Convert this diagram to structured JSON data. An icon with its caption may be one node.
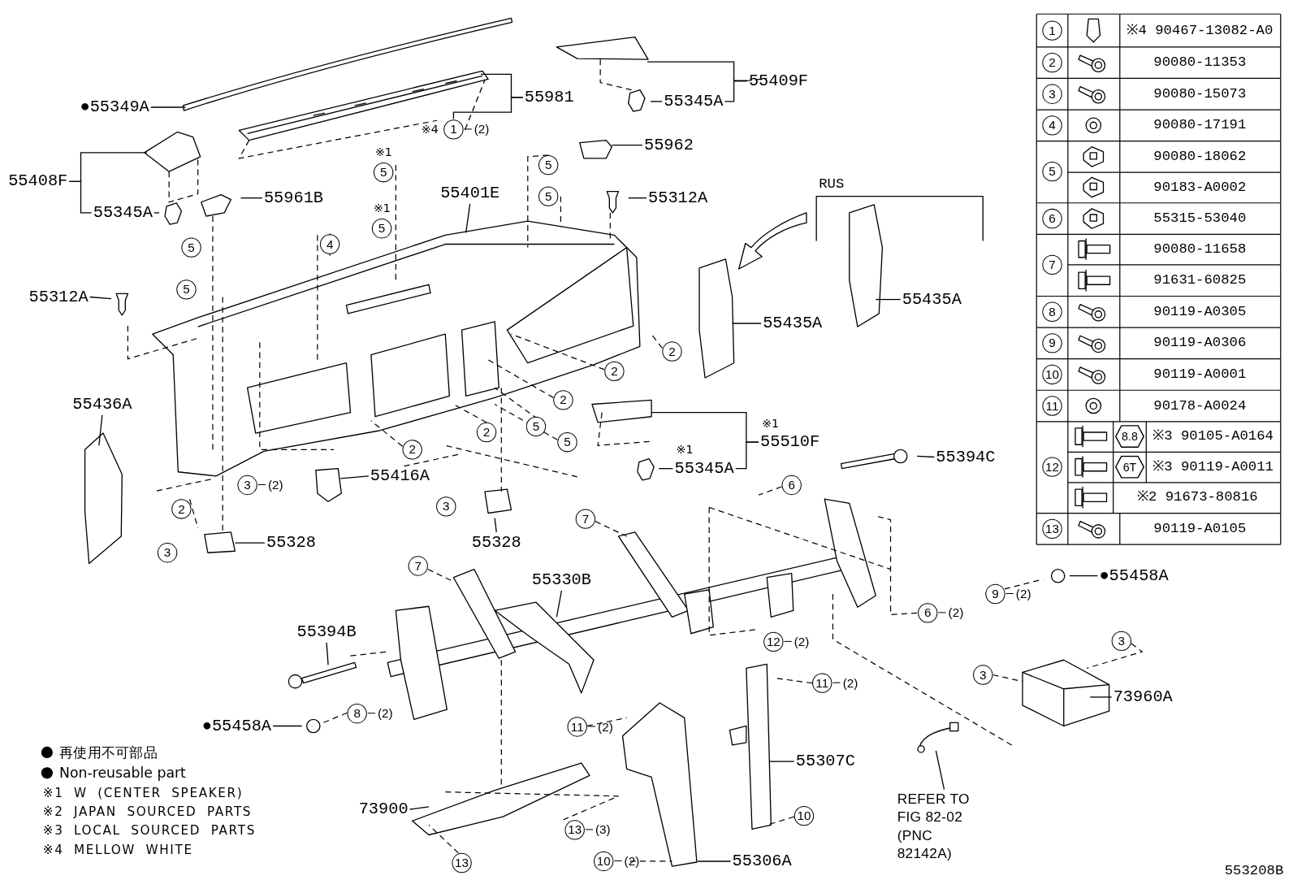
{
  "diagram": {
    "nodes": [
      {
        "text": [
          "●55349A"
        ]
      },
      {
        "text": [
          "55981"
        ]
      },
      {
        "text": [
          "55409F"
        ]
      },
      {
        "text": [
          "55345A"
        ]
      },
      {
        "text": [
          "55962"
        ]
      },
      {
        "text": [
          "55408F"
        ]
      },
      {
        "text": [
          "55345A"
        ]
      },
      {
        "text": [
          "55961B"
        ]
      },
      {
        "text": [
          "55401E"
        ]
      },
      {
        "text": [
          "55312A"
        ]
      },
      {
        "text": [
          "55312A"
        ]
      },
      {
        "text": [
          "55435A"
        ]
      },
      {
        "text": [
          "55435A"
        ]
      },
      {
        "text": [
          "55436A"
        ]
      },
      {
        "text": [
          "55510F"
        ],
        "beside": [
          "※1"
        ]
      },
      {
        "text": [
          "55345A"
        ],
        "beside": [
          "※1"
        ]
      },
      {
        "text": [
          "55416A"
        ]
      },
      {
        "text": [
          "55394C"
        ]
      },
      {
        "text": [
          "55328"
        ]
      },
      {
        "text": [
          "55328"
        ]
      },
      {
        "text": [
          "55330B"
        ]
      },
      {
        "text": [
          "●55458A"
        ]
      },
      {
        "text": [
          "55394B"
        ]
      },
      {
        "text": [
          "73960A"
        ]
      },
      {
        "text": [
          "●55458A"
        ]
      },
      {
        "text": [
          "55307C"
        ]
      },
      {
        "text": [
          "73900"
        ]
      },
      {
        "text": [
          "REFER TO FIG 82-02 (PNC 82142A)"
        ]
      },
      {
        "text": [
          "55306A"
        ]
      },
      {
        "text": [
          "1"
        ],
        "beside": [
          "※4",
          "(2)"
        ]
      },
      {
        "text": [
          "5"
        ],
        "beside": [
          "※1"
        ]
      },
      {
        "text": [
          "5"
        ],
        "beside": [
          "※1"
        ]
      },
      {
        "text": [
          "5"
        ]
      },
      {
        "text": [
          "5"
        ]
      },
      {
        "text": [
          "5"
        ]
      },
      {
        "text": [
          "4"
        ]
      },
      {
        "text": [
          "5"
        ]
      },
      {
        "text": [
          "2"
        ]
      },
      {
        "text": [
          "2"
        ]
      },
      {
        "text": [
          "2"
        ]
      },
      {
        "text": [
          "5"
        ]
      },
      {
        "text": [
          "2"
        ]
      },
      {
        "text": [
          "5"
        ]
      },
      {
        "text": [
          "2"
        ]
      },
      {
        "text": [
          "3"
        ],
        "beside": [
          "(2)"
        ]
      },
      {
        "text": [
          "2"
        ]
      },
      {
        "text": [
          "3"
        ]
      },
      {
        "text": [
          "6"
        ]
      },
      {
        "text": [
          "7"
        ]
      },
      {
        "text": [
          "3"
        ]
      },
      {
        "text": [
          "7"
        ]
      },
      {
        "text": [
          "9"
        ],
        "beside": [
          "(2)"
        ]
      },
      {
        "text": [
          "6"
        ],
        "beside": [
          "(2)"
        ]
      },
      {
        "text": [
          "12"
        ],
        "beside": [
          "(2)"
        ]
      },
      {
        "text": [
          "3"
        ]
      },
      {
        "text": [
          "3"
        ]
      },
      {
        "text": [
          "11"
        ],
        "beside": [
          "(2)"
        ]
      },
      {
        "text": [
          "8"
        ],
        "beside": [
          "(2)"
        ]
      },
      {
        "text": [
          "11"
        ],
        "beside": [
          "(2)"
        ]
      },
      {
        "text": [
          "10"
        ]
      },
      {
        "text": [
          "13"
        ],
        "beside": [
          "(3)"
        ]
      },
      {
        "text": [
          "10"
        ],
        "beside": [
          "(2)"
        ]
      },
      {
        "text": [
          "13"
        ]
      },
      {
        "text": [
          "1"
        ]
      },
      {
        "text": [
          "2"
        ]
      },
      {
        "text": [
          "3"
        ]
      },
      {
        "text": [
          "4"
        ]
      },
      {
        "text": [
          "5"
        ]
      },
      {
        "text": [
          "6"
        ]
      },
      {
        "text": [
          "7"
        ]
      },
      {
        "text": [
          "8"
        ]
      },
      {
        "text": [
          "9"
        ]
      },
      {
        "text": [
          "10"
        ]
      },
      {
        "text": [
          "11"
        ]
      },
      {
        "text": [
          "12"
        ]
      },
      {
        "text": [
          "13"
        ]
      }
    ],
    "edges": [
      {
        "from": 0,
        "to": null,
        "arrow": "none"
      },
      {
        "from": 1,
        "to": null,
        "arrow": "none"
      },
      {
        "from": 1,
        "to": 29,
        "arrow": "none"
      },
      {
        "from": 2,
        "to": null,
        "arrow": "none"
      },
      {
        "from": 2,
        "to": 3,
        "arrow": "none"
      },
      {
        "from": 3,
        "to": null,
        "arrow": "none"
      },
      {
        "from": 4,
        "to": null,
        "arrow": "none"
      },
      {
        "from": 5,
        "to": null,
        "arrow": "none"
      },
      {
        "from": 5,
        "to": 6,
        "arrow": "none"
      },
      {
        "from": 6,
        "to": null,
        "arrow": "none"
      },
      {
        "from": 7,
        "to": null,
        "arrow": "none"
      },
      {
        "from": 8,
        "to": null,
        "arrow": "none"
      },
      {
        "from": 9,
        "to": null,
        "arrow": "none"
      },
      {
        "from": 10,
        "to": null,
        "arrow": "none"
      },
      {
        "from": 11,
        "to": null,
        "arrow": "none"
      },
      {
        "from": 12,
        "to": null,
        "arrow": "none"
      },
      {
        "from": 13,
        "to": null,
        "arrow": "none"
      },
      {
        "from": 14,
        "to": null,
        "arrow": "none"
      },
      {
        "from": 14,
        "to": 15,
        "arrow": "none"
      },
      {
        "from": 15,
        "to": null,
        "arrow": "none"
      },
      {
        "from": 16,
        "to": null,
        "arrow": "none"
      },
      {
        "from": 17,
        "to": null,
        "arrow": "none"
      },
      {
        "from": 18,
        "to": null,
        "arrow": "none"
      },
      {
        "from": 19,
        "to": null,
        "arrow": "none"
      },
      {
        "from": 20,
        "to": null,
        "arrow": "none"
      },
      {
        "from": 21,
        "to": null,
        "arrow": "none"
      },
      {
        "from": 22,
        "to": null,
        "arrow": "none"
      },
      {
        "from": 23,
        "to": null,
        "arrow": "none"
      },
      {
        "from": 24,
        "to": null,
        "arrow": "none"
      },
      {
        "from": 25,
        "to": null,
        "arrow": "none"
      },
      {
        "from": 26,
        "to": null,
        "arrow": "none"
      },
      {
        "from": 27,
        "to": null,
        "arrow": "none"
      },
      {
        "from": 28,
        "to": null,
        "arrow": "none"
      },
      {
        "from": 29,
        "to": null,
        "arrow": "none",
        "style": "dashed"
      }
    ],
    "labels": [
      "RUS",
      "※4 90467-13082-A0",
      "90080-11353",
      "90080-15073",
      "90080-17191",
      "90080-18062",
      "90183-A0002",
      "55315-53040",
      "90080-11658",
      "91631-60825",
      "90119-A0305",
      "90119-A0306",
      "90119-A0001",
      "90178-A0024",
      "8.8",
      "※3 90105-A0164",
      "6T",
      "※3 90119-A0011",
      "※2 91673-80816",
      "90119-A0105",
      "※1 W (CENTER SPEAKER)",
      "※2 JAPAN SOURCED PARTS",
      "※3 LOCAL SOURCED PARTS",
      "※4 MELLOW WHITE",
      "553208B"
    ],
    "legend": [
      {
        "text": "再使用不可部品"
      },
      {
        "text": "Non-reusable part"
      }
    ]
  }
}
